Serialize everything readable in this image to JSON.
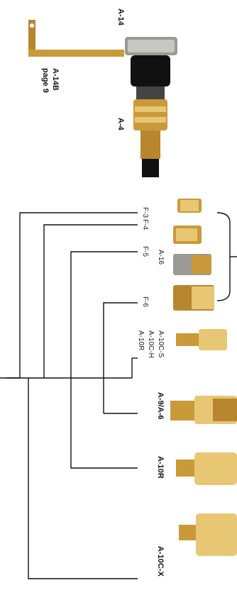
{
  "labels": {
    "a14": "A-14",
    "a14b": "A-14B",
    "page9": "page 9",
    "a4": "A-4",
    "f3": "F-3",
    "f4": "F-4",
    "f5": "F-5",
    "f6": "F-6",
    "a16": "A-16",
    "a10cs": "A-10C-S",
    "a10ch": "A-10C-H",
    "a10r_small": "A-10R",
    "a9a6": "A-9/A-6",
    "a10r": "A-10R",
    "a10cx": "A-10C-X"
  },
  "colors": {
    "brass": "#c99a3a",
    "brass_light": "#e8c774",
    "steel": "#9b9b95",
    "black": "#111111",
    "bracket": "#b8862e"
  }
}
